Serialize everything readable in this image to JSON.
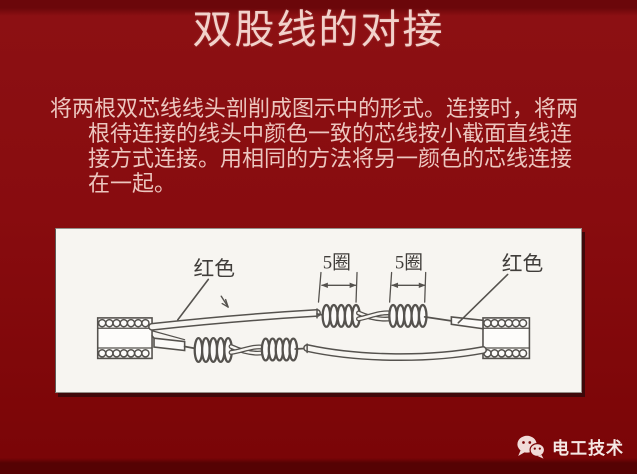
{
  "slide": {
    "title": "双股线的对接",
    "body_lines": [
      "将两根双芯线线头剖削成图示中的形式。连接时，将两",
      "根待连接的线头中颜色一致的芯线按小截面直线连",
      "接方式连接。用相同的方法将另一颜色的芯线连接",
      "在一起。"
    ],
    "diagram": {
      "type": "technical-illustration",
      "subject": "butt joint of a two-core (double-strand) wire",
      "labels": {
        "left_red": "红色",
        "right_red": "红色",
        "turns_left": "5圈",
        "turns_right": "5圈"
      }
    },
    "footer": {
      "icon": "wechat-icon",
      "brand": "电工技术"
    },
    "colors": {
      "background": "#870c0f",
      "background_top_strip": "#6b070a",
      "background_bottom_strip": "#550203",
      "title_text": "#f2d2cb",
      "body_text": "#ecc6bf",
      "panel_background": "#f7f5f1",
      "drawing_ink": "#55524e",
      "footer_text": "#f5e8e5"
    }
  }
}
